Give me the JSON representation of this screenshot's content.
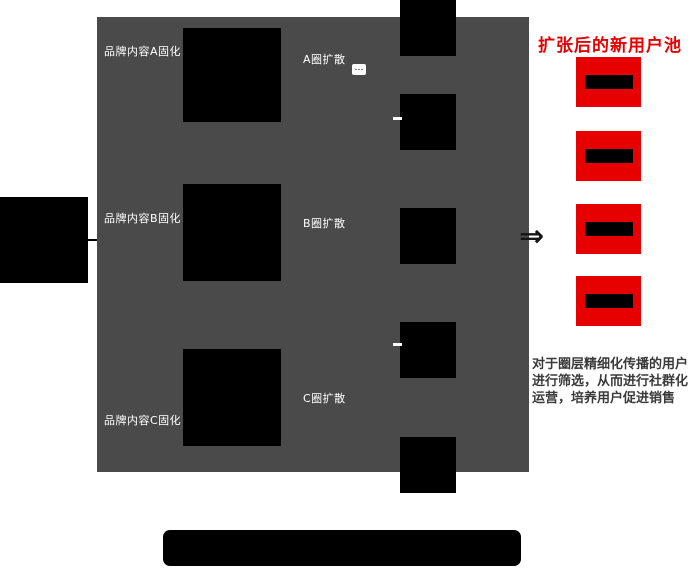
{
  "colors": {
    "panel_gray": "#4a4a4a",
    "box_black": "#000000",
    "accent_red": "#e60000",
    "note_text": "#3a3a3a",
    "label_white": "#ffffff"
  },
  "diffusion_panel": {
    "rows": [
      {
        "source_label": "品牌内容A固化",
        "spread_label": "A圈扩散"
      },
      {
        "source_label": "品牌内容B固化",
        "spread_label": "B圈扩散"
      },
      {
        "source_label": "品牌内容C固化",
        "spread_label": "C圈扩散"
      }
    ],
    "ellipsis_icon": "…"
  },
  "flow": {
    "arrow_glyph": "⇒"
  },
  "new_user_pool": {
    "title": "扩张后的新用户池",
    "note": "对于圈层精细化传播的用户进行筛选，从而进行社群化运营，培养用户促进销售"
  }
}
